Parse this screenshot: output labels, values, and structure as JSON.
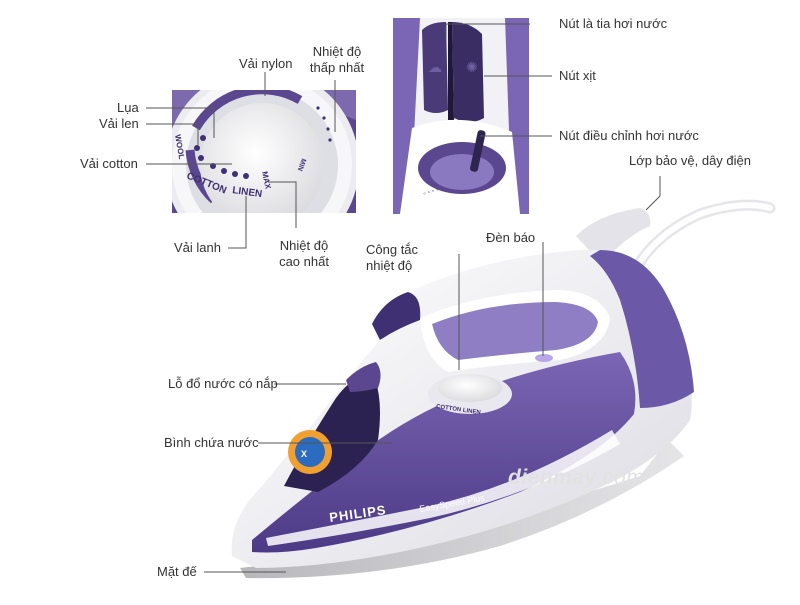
{
  "labels": {
    "vai_nylon": "Vải nylon",
    "nhiet_do_thap_nhat": [
      "Nhiệt độ",
      "thấp nhất"
    ],
    "lua": "Lụa",
    "vai_len": "Vải len",
    "vai_cotton": "Vải cotton",
    "vai_lanh": "Vải lanh",
    "nhiet_do_cao_nhat": [
      "Nhiệt độ",
      "cao nhất"
    ],
    "nut_la_tia_hoi_nuoc": "Nút là tia hơi nước",
    "nut_xit": "Nút xịt",
    "nut_dieu_chinh_hoi_nuoc": "Nút điều chỉnh hơi nước",
    "lop_bao_ve_day_dien": "Lớp bảo vệ, dây điện",
    "cong_tac_nhiet_do": [
      "Công tắc",
      "nhiệt độ"
    ],
    "den_bao": "Đèn báo",
    "lo_do_nuoc_co_nap": "Lỗ đổ nước có nắp",
    "binh_chua_nuoc": "Bình chứa nước",
    "mat_de": "Mặt đế"
  },
  "dial_text": {
    "cotton": "COTTON",
    "linen": "LINEN",
    "max": "MAX",
    "min": "MIN",
    "wool": "WOOL"
  },
  "iron_text": {
    "brand": "PHILIPS",
    "model": "EasySpeed Plus"
  },
  "watermark": {
    "main": "dienmay",
    "suffix": ".com"
  },
  "colors": {
    "purple": "#5e4a96",
    "purple_dark": "#3f2f73",
    "white_body": "#f4f3f7",
    "line": "#555555",
    "label_text": "#333333"
  }
}
